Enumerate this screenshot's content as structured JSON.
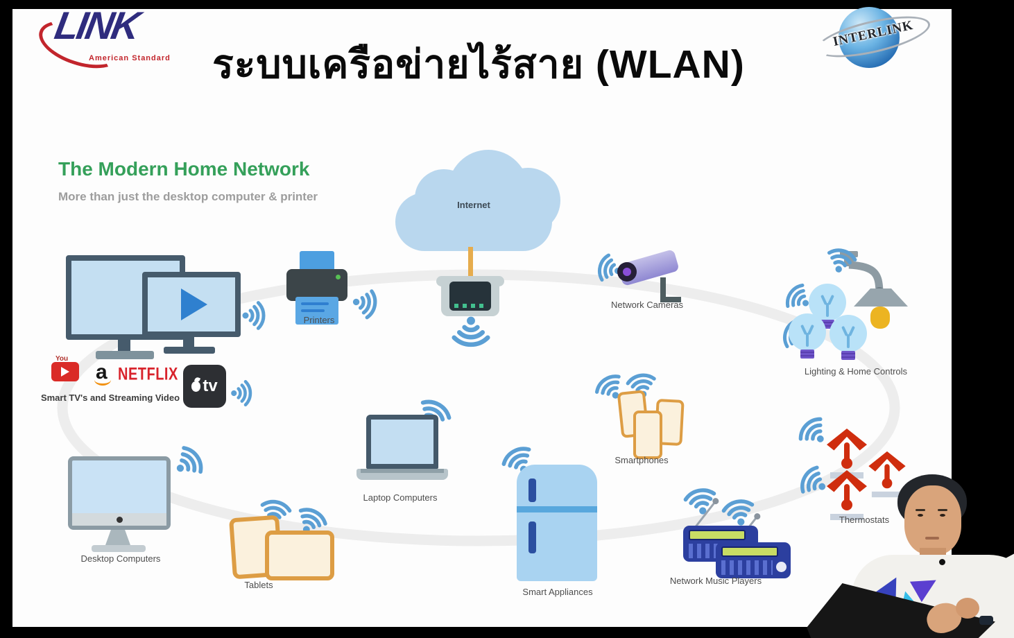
{
  "slide": {
    "title": "ระบบเครือข่ายไร้สาย (WLAN)",
    "logos": {
      "link": {
        "name": "LINK",
        "tagline": "American Standard"
      },
      "interlink": {
        "name": "INTERLINK"
      }
    },
    "diagram": {
      "heading": "The Modern Home Network",
      "subheading": "More than just the desktop computer & printer",
      "hub": {
        "internet": "Internet"
      },
      "labels": {
        "smart_tvs": "Smart TV's and Streaming Video",
        "printers": "Printers",
        "network_cameras": "Network Cameras",
        "lighting": "Lighting & Home Controls",
        "smartphones": "Smartphones",
        "laptops": "Laptop Computers",
        "thermostats": "Thermostats",
        "desktops": "Desktop Computers",
        "tablets": "Tablets",
        "smart_appliances": "Smart Appliances",
        "music_players": "Network Music Players"
      },
      "streaming_brands": {
        "youtube": "You",
        "amazon": "a",
        "netflix": "NETFLIX",
        "apple_tv": "tv"
      }
    },
    "colors": {
      "wifi_blue": "#5b9fd4",
      "heading_green": "#35a05a",
      "netflix_red": "#d8232c",
      "device_orange": "#dd9d44",
      "screen_blue": "#c4dff2",
      "thermostat_red": "#cf2d0e",
      "radio_navy": "#2c3f9f",
      "link_navy": "#2f2c7e",
      "link_red": "#c2252c",
      "cloud_blue": "#b9d7ee"
    }
  }
}
